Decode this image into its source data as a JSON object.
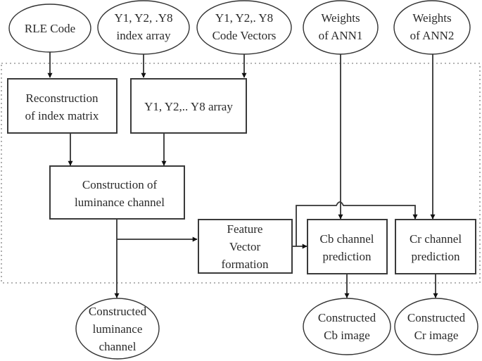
{
  "diagram": {
    "title": "",
    "nodes": {
      "rle_code": {
        "shape": "ellipse",
        "lines": [
          "RLE Code"
        ]
      },
      "index_array": {
        "shape": "ellipse",
        "lines": [
          "Y1, Y2, .Y8",
          "index array"
        ]
      },
      "code_vectors": {
        "shape": "ellipse",
        "lines": [
          "Y1, Y2,. Y8",
          "Code Vectors"
        ]
      },
      "weights_ann1": {
        "shape": "ellipse",
        "lines": [
          "Weights",
          "of ANN1"
        ]
      },
      "weights_ann2": {
        "shape": "ellipse",
        "lines": [
          "Weights",
          "of ANN2"
        ]
      },
      "reconstruction_index": {
        "shape": "rect",
        "lines": [
          "Reconstruction",
          "of index matrix"
        ]
      },
      "y_array": {
        "shape": "rect",
        "lines": [
          "Y1, Y2,.. Y8 array"
        ]
      },
      "construction_luminance": {
        "shape": "rect",
        "lines": [
          "Construction of",
          "luminance channel"
        ]
      },
      "feature_vector": {
        "shape": "rect",
        "lines": [
          "Feature",
          "Vector",
          "formation"
        ]
      },
      "cb_prediction": {
        "shape": "rect",
        "lines": [
          "Cb channel",
          "prediction"
        ]
      },
      "cr_prediction": {
        "shape": "rect",
        "lines": [
          "Cr channel",
          "prediction"
        ]
      },
      "constructed_luminance": {
        "shape": "ellipse",
        "lines": [
          "Constructed",
          "luminance",
          "channel"
        ]
      },
      "constructed_cb": {
        "shape": "ellipse",
        "lines": [
          "Constructed",
          "Cb image"
        ]
      },
      "constructed_cr": {
        "shape": "ellipse",
        "lines": [
          "Constructed",
          "Cr image"
        ]
      }
    },
    "edges": [
      {
        "from": "rle_code",
        "to": "reconstruction_index"
      },
      {
        "from": "index_array",
        "to": "y_array"
      },
      {
        "from": "code_vectors",
        "to": "y_array"
      },
      {
        "from": "reconstruction_index",
        "to": "construction_luminance"
      },
      {
        "from": "y_array",
        "to": "construction_luminance"
      },
      {
        "from": "construction_luminance",
        "to": "feature_vector"
      },
      {
        "from": "construction_luminance",
        "to": "constructed_luminance"
      },
      {
        "from": "feature_vector",
        "to": "cb_prediction"
      },
      {
        "from": "feature_vector",
        "to": "cr_prediction"
      },
      {
        "from": "weights_ann1",
        "to": "cb_prediction"
      },
      {
        "from": "weights_ann2",
        "to": "cr_prediction"
      },
      {
        "from": "cb_prediction",
        "to": "constructed_cb"
      },
      {
        "from": "cr_prediction",
        "to": "constructed_cr"
      }
    ],
    "boundary": {
      "style": "dotted",
      "label": ""
    }
  }
}
